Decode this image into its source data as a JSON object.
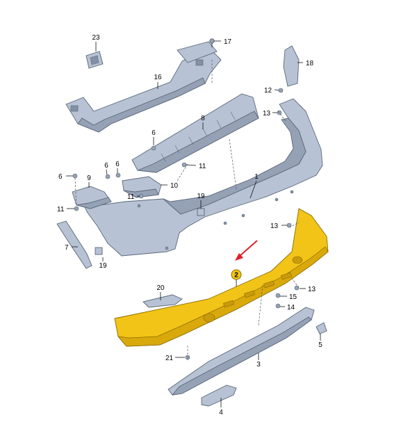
{
  "callouts": [
    {
      "key": "p23",
      "text": "23"
    },
    {
      "key": "p17",
      "text": "17"
    },
    {
      "key": "p16",
      "text": "16"
    },
    {
      "key": "p18",
      "text": "18"
    },
    {
      "key": "p12",
      "text": "12"
    },
    {
      "key": "p13a",
      "text": "13"
    },
    {
      "key": "p8",
      "text": "8"
    },
    {
      "key": "p6a",
      "text": "6"
    },
    {
      "key": "p11a",
      "text": "11"
    },
    {
      "key": "p6b",
      "text": "6"
    },
    {
      "key": "p6c",
      "text": "6"
    },
    {
      "key": "p6d",
      "text": "6"
    },
    {
      "key": "p9",
      "text": "9"
    },
    {
      "key": "p10",
      "text": "10"
    },
    {
      "key": "p11b",
      "text": "11"
    },
    {
      "key": "p11c",
      "text": "11"
    },
    {
      "key": "p1",
      "text": "1"
    },
    {
      "key": "p19a",
      "text": "19"
    },
    {
      "key": "p13b",
      "text": "13"
    },
    {
      "key": "p7",
      "text": "7"
    },
    {
      "key": "p19b",
      "text": "19"
    },
    {
      "key": "p2",
      "text": "2"
    },
    {
      "key": "p13c",
      "text": "13"
    },
    {
      "key": "p20",
      "text": "20"
    },
    {
      "key": "p15",
      "text": "15"
    },
    {
      "key": "p14",
      "text": "14"
    },
    {
      "key": "p5",
      "text": "5"
    },
    {
      "key": "p21",
      "text": "21"
    },
    {
      "key": "p3",
      "text": "3"
    },
    {
      "key": "p4",
      "text": "4"
    }
  ],
  "colors": {
    "part_fill": "#b7c3d4",
    "part_stroke": "#5a6678",
    "highlight_fill": "#f2c417",
    "highlight_stroke": "#8a6a00",
    "highlight_badge": "#f2c417",
    "arrow": "#e0202a"
  }
}
